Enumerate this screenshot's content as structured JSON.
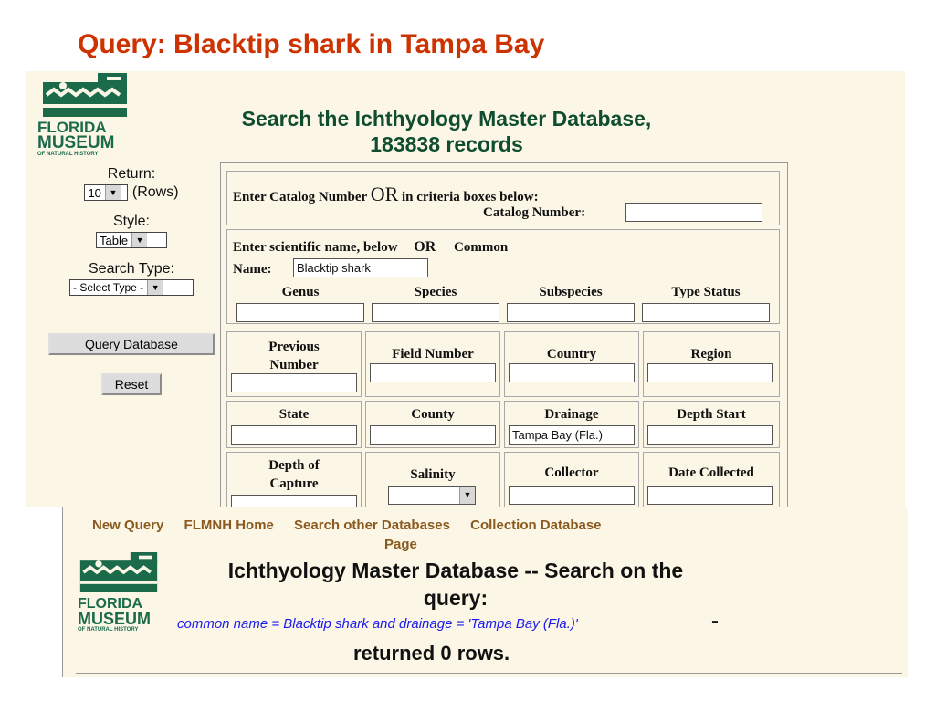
{
  "slide_title": "Query:  Blacktip shark in Tampa Bay",
  "logo": {
    "line1": "FLORIDA",
    "line2": "MUSEUM",
    "line3": "OF NATURAL HISTORY"
  },
  "search_page": {
    "heading_line1": "Search the Ichthyology Master Database,",
    "heading_line2": "183838 records",
    "return_label": "Return:",
    "return_value": "10",
    "rows_label": "(Rows)",
    "style_label": "Style:",
    "style_value": "Table",
    "search_type_label": "Search Type:",
    "search_type_value": "- Select Type -",
    "query_button": "Query Database",
    "reset_button": "Reset",
    "catalog_prompt_pre": "Enter Catalog Number",
    "catalog_prompt_or": "OR",
    "catalog_prompt_post": "in criteria boxes below:",
    "catalog_label": "Catalog Number:",
    "catalog_value": "",
    "sci_prompt": "Enter scientific name, below",
    "sci_or": "OR",
    "sci_common": "Common",
    "name_label": "Name:",
    "name_value": "Blacktip shark",
    "fields": {
      "genus": "Genus",
      "species": "Species",
      "subspecies": "Subspecies",
      "type_status": "Type Status",
      "previous_number_1": "Previous",
      "previous_number_2": "Number",
      "field_number": "Field Number",
      "country": "Country",
      "region": "Region",
      "state": "State",
      "county": "County",
      "drainage": "Drainage",
      "depth_start": "Depth Start",
      "depth_capture_1": "Depth of",
      "depth_capture_2": "Capture",
      "salinity": "Salinity",
      "collector": "Collector",
      "date_collected": "Date Collected"
    },
    "drainage_value": "Tampa Bay (Fla.)"
  },
  "results_page": {
    "nav": [
      "New Query",
      "FLMNH Home",
      "Search other Databases",
      "Collection Database"
    ],
    "nav_cont": "Page",
    "heading_line1": "Ichthyology Master Database -- Search on the",
    "heading_line2": "query:",
    "query_text": "common name = Blacktip shark and drainage = 'Tampa Bay (Fla.)'",
    "dash": "-",
    "rows_returned": "returned 0 rows."
  }
}
